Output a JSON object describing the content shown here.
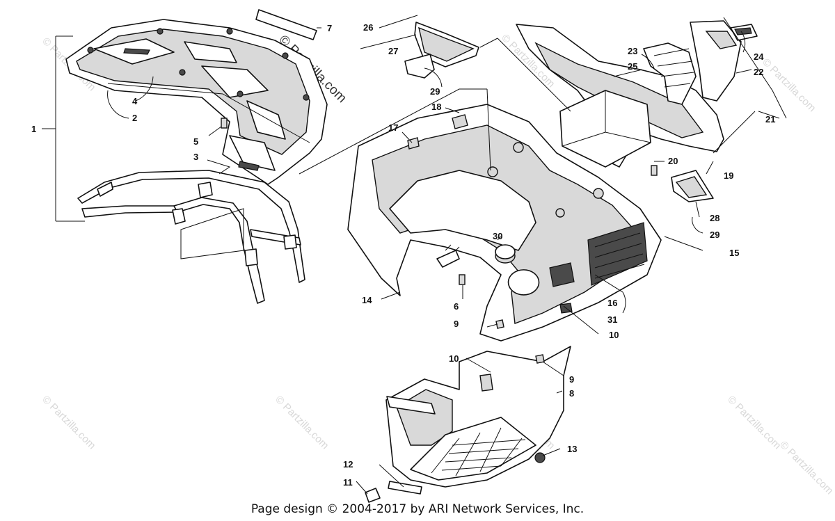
{
  "diagram": {
    "watermark_main": "© Partzilla.com",
    "watermark_small": "© Partzilla.com",
    "footer": "Page design © 2004-2017 by ARI Network Services, Inc.",
    "callouts": [
      "1",
      "2",
      "3",
      "4",
      "5",
      "6",
      "7",
      "8",
      "9",
      "9",
      "10",
      "10",
      "11",
      "12",
      "13",
      "14",
      "15",
      "16",
      "17",
      "18",
      "19",
      "20",
      "21",
      "22",
      "23",
      "24",
      "25",
      "26",
      "27",
      "28",
      "29",
      "29",
      "30",
      "31"
    ]
  }
}
